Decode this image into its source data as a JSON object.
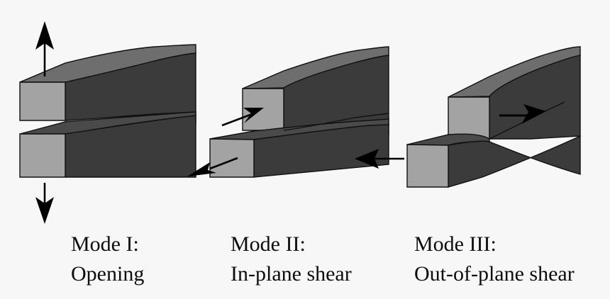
{
  "figure": {
    "title": "Fracture modes diagram",
    "background_color": "#f7f7f7",
    "colors": {
      "front_face": "#a3a3a3",
      "side_face": "#3b3b3b",
      "top_face": "#6e6e6e",
      "top_face_dark": "#4a4a4a",
      "outline": "#111111",
      "arrow": "#000000",
      "text": "#0d0d0d"
    }
  },
  "modes": [
    {
      "id": "mode-1",
      "title": "Mode I:",
      "description": "Opening",
      "arrows": [
        "up-arrow",
        "down-arrow"
      ]
    },
    {
      "id": "mode-2",
      "title": "Mode II:",
      "description": "In-plane shear",
      "arrows": [
        "upper-shear-arrow-right",
        "lower-shear-arrow-left",
        "rear-arrow-left"
      ]
    },
    {
      "id": "mode-3",
      "title": "Mode III:",
      "description": "Out-of-plane shear",
      "arrows": [
        "tear-arrow-right"
      ]
    }
  ]
}
